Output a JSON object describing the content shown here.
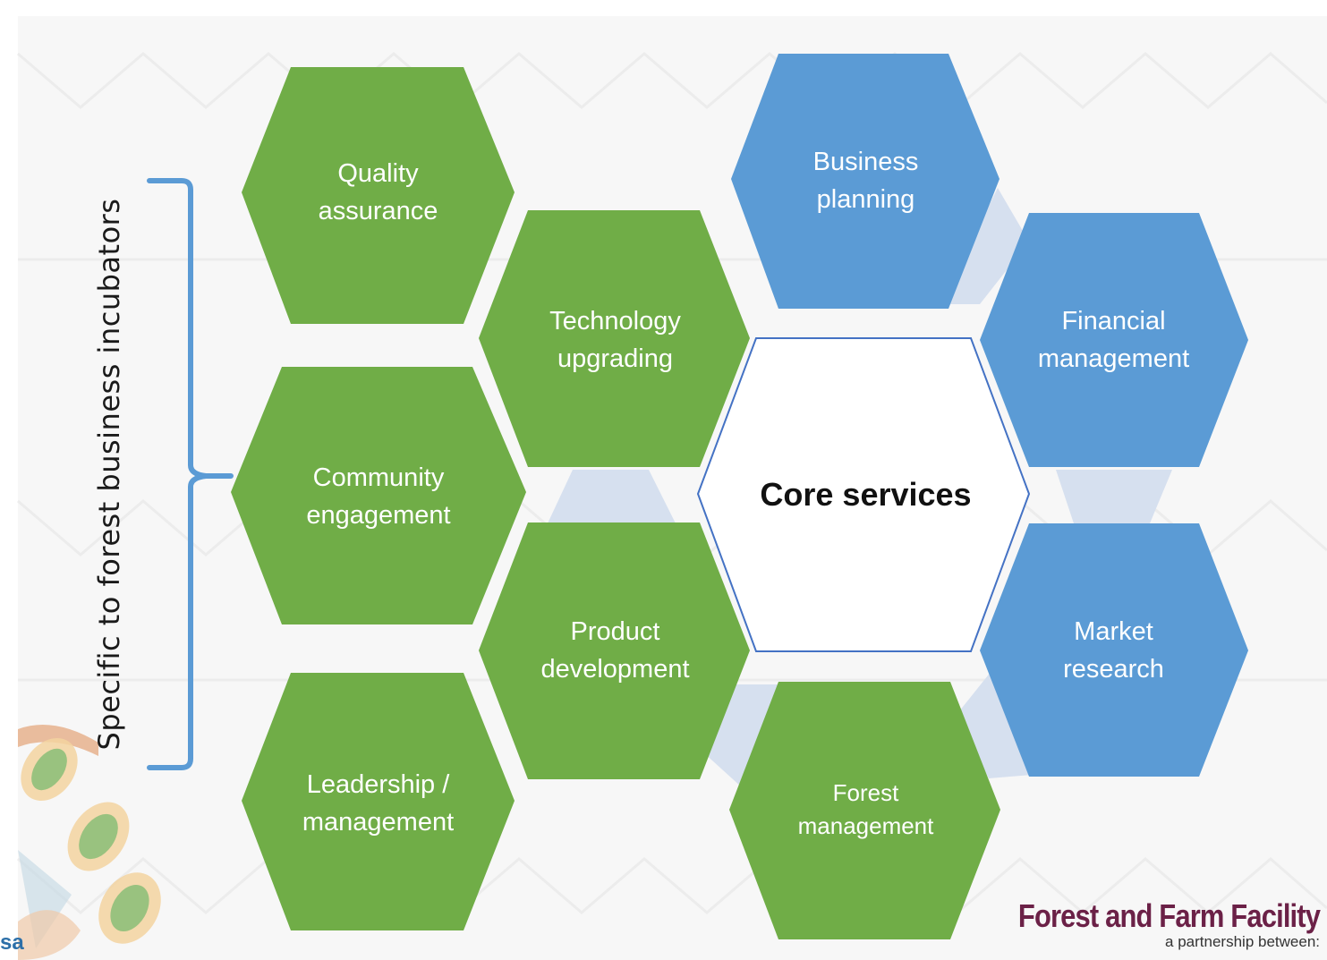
{
  "diagram": {
    "side_label": "Specific to forest business incubators",
    "hexagons": {
      "quality_assurance": "Quality\nassurance",
      "community_engagement": "Community\nengagement",
      "leadership_management": "Leadership /\nmanagement",
      "technology_upgrading": "Technology\nupgrading",
      "product_development": "Product\ndevelopment",
      "core_services": "Core services",
      "forest_management": "Forest\nmanagement",
      "business_planning": "Business\nplanning",
      "financial_management": "Financial\nmanagement",
      "market_research": "Market\nresearch"
    }
  },
  "brand": {
    "title": "Forest and Farm Facility",
    "subtitle": "a partnership between:"
  },
  "cut_text": "sa",
  "colors": {
    "green": "#70ad47",
    "blue": "#5b9bd5",
    "connector": "#d6e0ef",
    "core_border": "#4472c4",
    "bracket": "#5b9bd5"
  }
}
